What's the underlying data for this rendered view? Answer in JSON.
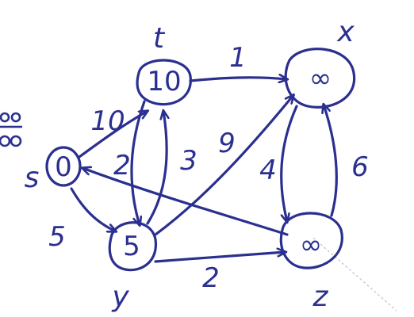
{
  "diagram": {
    "nodes": [
      {
        "id": "s",
        "label": "s",
        "value": "0"
      },
      {
        "id": "t",
        "label": "t",
        "value": "10"
      },
      {
        "id": "x",
        "label": "x",
        "value": "∞"
      },
      {
        "id": "y",
        "label": "y",
        "value": "5"
      },
      {
        "id": "z",
        "label": "z",
        "value": "∞"
      }
    ],
    "edges": [
      {
        "from": "s",
        "to": "t",
        "weight": "10"
      },
      {
        "from": "s",
        "to": "y",
        "weight": "5"
      },
      {
        "from": "t",
        "to": "x",
        "weight": "1"
      },
      {
        "from": "t",
        "to": "y",
        "weight": "2"
      },
      {
        "from": "y",
        "to": "t",
        "weight": "3"
      },
      {
        "from": "y",
        "to": "x",
        "weight": "9"
      },
      {
        "from": "y",
        "to": "z",
        "weight": "2"
      },
      {
        "from": "x",
        "to": "z",
        "weight": "4"
      },
      {
        "from": "z",
        "to": "x",
        "weight": "6"
      },
      {
        "from": "z",
        "to": "s",
        "weight": ""
      }
    ],
    "ink_color": "#2b2f8f"
  }
}
